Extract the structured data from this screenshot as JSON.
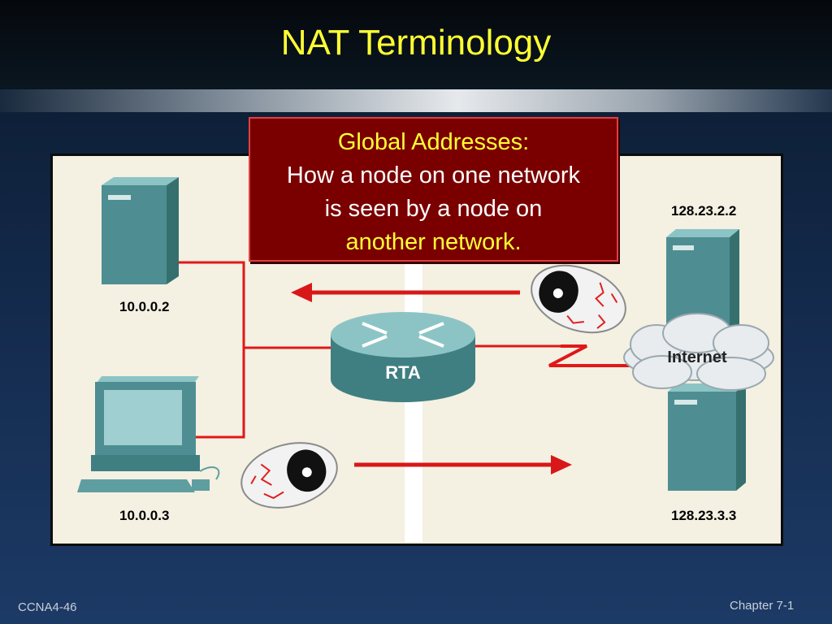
{
  "slide": {
    "title": "NAT Terminology",
    "footer_left": "CCNA4-46",
    "footer_right": "Chapter 7-1"
  },
  "callout": {
    "heading": "Global Addresses:",
    "line1": "How a node on one network",
    "line2": "is seen by a node on",
    "line3": "another network."
  },
  "diagram": {
    "router_label": "RTA",
    "cloud_label": "Internet",
    "hosts": {
      "inside_server": "10.0.0.2",
      "inside_pc": "10.0.0.3",
      "outside_server_top": "128.23.2.2",
      "outside_server_bottom": "128.23.3.3"
    },
    "link_color": "#e01818",
    "device_color": "#4e8e92"
  }
}
